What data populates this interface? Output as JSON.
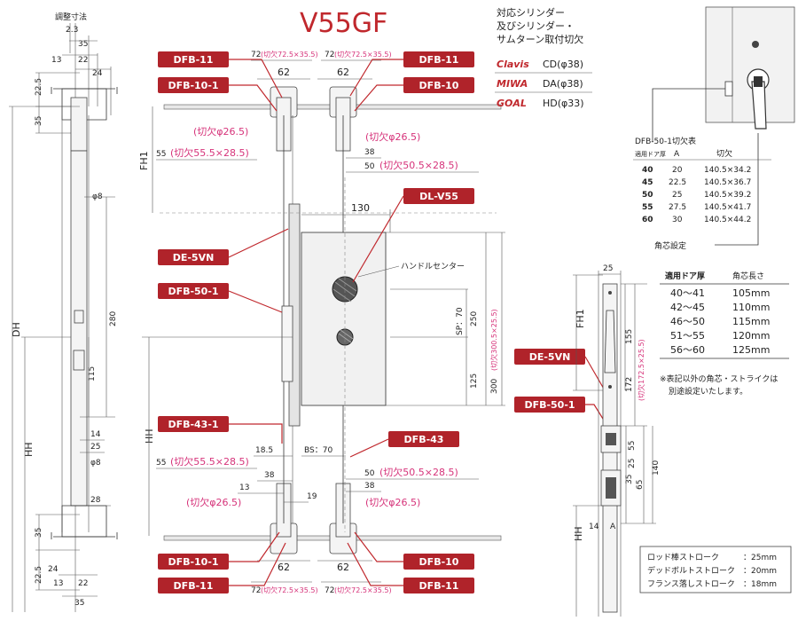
{
  "title": "V55GF",
  "left_header": "調整寸法",
  "labels": {
    "dfb11_tl": "DFB-11",
    "dfb101_tl": "DFB-10-1",
    "dfb11_tr": "DFB-11",
    "dfb10_tr": "DFB-10",
    "dlv55": "DL-V55",
    "de5vn": "DE-5VN",
    "dfb501": "DFB-50-1",
    "dfb431": "DFB-43-1",
    "dfb43": "DFB-43",
    "dfb101_bl": "DFB-10-1",
    "dfb11_bl": "DFB-11",
    "dfb10_br": "DFB-10",
    "dfb11_br": "DFB-11",
    "de5vn_r": "DE-5VN",
    "dfb501_r": "DFB-50-1"
  },
  "cutout_table": {
    "title_lines": [
      "対応シリンダー",
      "及びシリンダー・",
      "サムターン取付切欠"
    ],
    "rows": [
      {
        "brand": "Clavis",
        "code": "CD(φ38)"
      },
      {
        "brand": "MIWA",
        "code": "DA(φ38)"
      },
      {
        "brand": "GOAL",
        "code": "HD(φ33)"
      }
    ]
  },
  "dfb501_table": {
    "title": "DFB-50-1切欠表",
    "headers": [
      "適用ドア厚",
      "A",
      "切欠"
    ],
    "rows": [
      [
        "40",
        "20",
        "140.5×34.2"
      ],
      [
        "45",
        "22.5",
        "140.5×36.7"
      ],
      [
        "50",
        "25",
        "140.5×39.2"
      ],
      [
        "55",
        "27.5",
        "140.5×41.7"
      ],
      [
        "60",
        "30",
        "140.5×44.2"
      ]
    ]
  },
  "spindle_label": "角芯設定",
  "spindle_table": {
    "headers": [
      "適用ドア厚",
      "角芯長さ"
    ],
    "rows": [
      [
        "40～41",
        "105mm"
      ],
      [
        "42～45",
        "110mm"
      ],
      [
        "46～50",
        "115mm"
      ],
      [
        "51～55",
        "120mm"
      ],
      [
        "56～60",
        "125mm"
      ]
    ],
    "note_lines": [
      "※表記以外の角芯・ストライクは",
      "別途設定いたします。"
    ]
  },
  "stroke_box": [
    {
      "label": "ロッド棒ストローク",
      "value": "：25mm"
    },
    {
      "label": "デッドボルトストローク",
      "value": "：20mm"
    },
    {
      "label": "フランス落しストローク",
      "value": "：18mm"
    }
  ],
  "handle_center": "ハンドルセンター",
  "dims": {
    "d23": "2.3",
    "d35a": "35",
    "d13a": "13",
    "d22a": "22",
    "d225a": "22.5",
    "d24a": "24",
    "d35b": "35",
    "phi8a": "φ8",
    "dh": "DH",
    "d280": "280",
    "d115": "115",
    "hh": "HH",
    "d14": "14",
    "d25": "25",
    "phi8b": "φ8",
    "d28": "28",
    "d35c": "35",
    "d24b": "24",
    "d225b": "22.5",
    "d13b": "13",
    "d22b": "22",
    "d35d": "35",
    "d72a": "72",
    "d72b": "72",
    "cut72a": "(切欠72.5×35.5)",
    "cut72b": "(切欠72.5×35.5)",
    "d62a": "62",
    "d62b": "62",
    "cut265a": "(切欠φ26.5)",
    "cut265b": "(切欠φ26.5)",
    "fh1": "FH1",
    "d55a": "55",
    "cut555a": "(切欠55.5×28.5)",
    "d38a": "38",
    "d50a": "50",
    "cut505a": "(切欠50.5×28.5)",
    "d130": "130",
    "sp": "SP：70",
    "d250": "250",
    "d300": "300",
    "cut3005": "(切欠300.5×25.5)",
    "d125": "125",
    "hh2": "HH",
    "d185": "18.5",
    "bs": "BS：70",
    "d55b": "55",
    "cut555b": "(切欠55.5×28.5)",
    "d50b": "50",
    "cut505b": "(切欠50.5×28.5)",
    "d38b": "38",
    "d38c": "38",
    "d13c": "13",
    "d19": "19",
    "cut265c": "(切欠φ26.5)",
    "cut265d": "(切欠φ26.5)",
    "d62c": "62",
    "d62d": "62",
    "d72c": "72",
    "d72d": "72",
    "cut72c": "(切欠72.5×35.5)",
    "cut72d": "(切欠72.5×35.5)",
    "r25": "25",
    "rfh1": "FH1",
    "r155": "155",
    "r172": "172",
    "rcut": "(切欠172.5×25.5)",
    "r55": "55",
    "r25b": "25",
    "r35": "35",
    "r140": "140",
    "r65": "65",
    "rhh": "HH",
    "r14": "14",
    "ra": "A"
  }
}
